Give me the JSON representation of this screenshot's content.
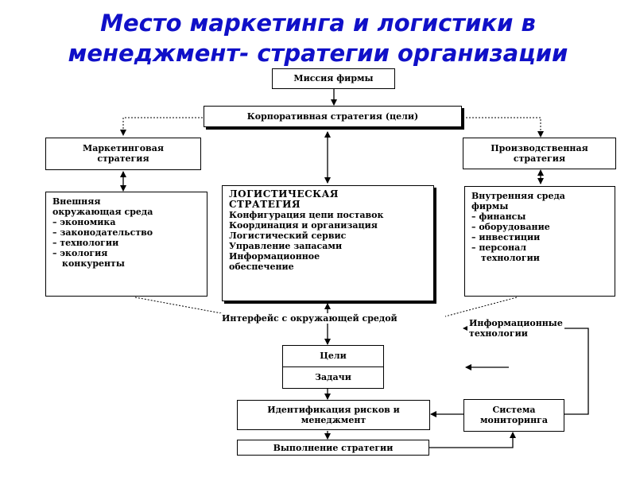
{
  "title": {
    "line1": "Место маркетинга и логистики в",
    "line2": "менеджмент- стратегии организации"
  },
  "boxes": {
    "mission": "Миссия фирмы",
    "corporate": "Корпоративная стратегия (цели)",
    "marketing": [
      "Маркетинговая",
      "стратегия"
    ],
    "production": [
      "Производственная",
      "стратегия"
    ],
    "external": [
      "Внешняя",
      "окружающая среда",
      "– экономика",
      "– законодательство",
      "– технологии",
      "– экология",
      "конкуренты"
    ],
    "logistics_title": [
      "ЛОГИСТИЧЕСКАЯ",
      "СТРАТЕГИЯ"
    ],
    "logistics_items": [
      "Конфигурация цепи поставок",
      "Координация и организация",
      "Логистический сервис",
      "Управление запасами",
      "Информационное",
      "обеспечение"
    ],
    "internal": [
      "Внутренняя среда",
      "фирмы",
      "– финансы",
      "– оборудование",
      "– инвестиции",
      "– персонал",
      "технологии"
    ],
    "goals": "Цели",
    "tasks": "Задачи",
    "risk": [
      "Идентификация рисков и",
      "менеджмент"
    ],
    "monitoring": [
      "Система",
      "мониторинга"
    ],
    "execution": "Выполнение стратегии"
  },
  "labels": {
    "interface": "Интерфейс с окружающей средой",
    "infotech": [
      "Информационные",
      "технологии"
    ]
  }
}
